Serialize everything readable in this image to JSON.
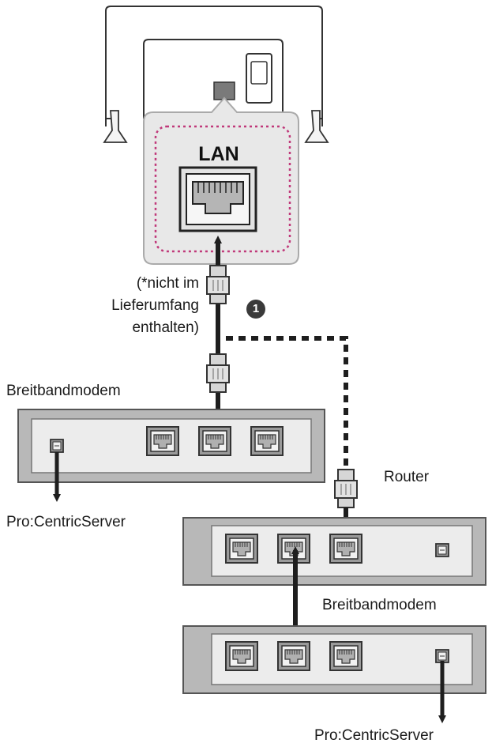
{
  "labels": {
    "lan": "LAN",
    "note_line1": "(*nicht im",
    "note_line2": "Lieferumfang",
    "note_line3": "enthalten)",
    "step_marker": "1",
    "modem_left": "Breitbandmodem",
    "server_left": "Pro:CentricServer",
    "router": "Router",
    "modem_right": "Breitbandmodem",
    "server_right": "Pro:CentricServer"
  },
  "icons": [
    "tv-outline-icon",
    "lan-port-icon",
    "ethernet-plug-icon",
    "ethernet-port-icon",
    "arrow-down-icon"
  ],
  "colors": {
    "panel": "#e8e8e8",
    "device": "#b9b9b9",
    "device_inner": "#eeeeee",
    "port": "#8a8a8a",
    "cable": "#1e1e1e",
    "dashed_border": "#c0397a"
  }
}
